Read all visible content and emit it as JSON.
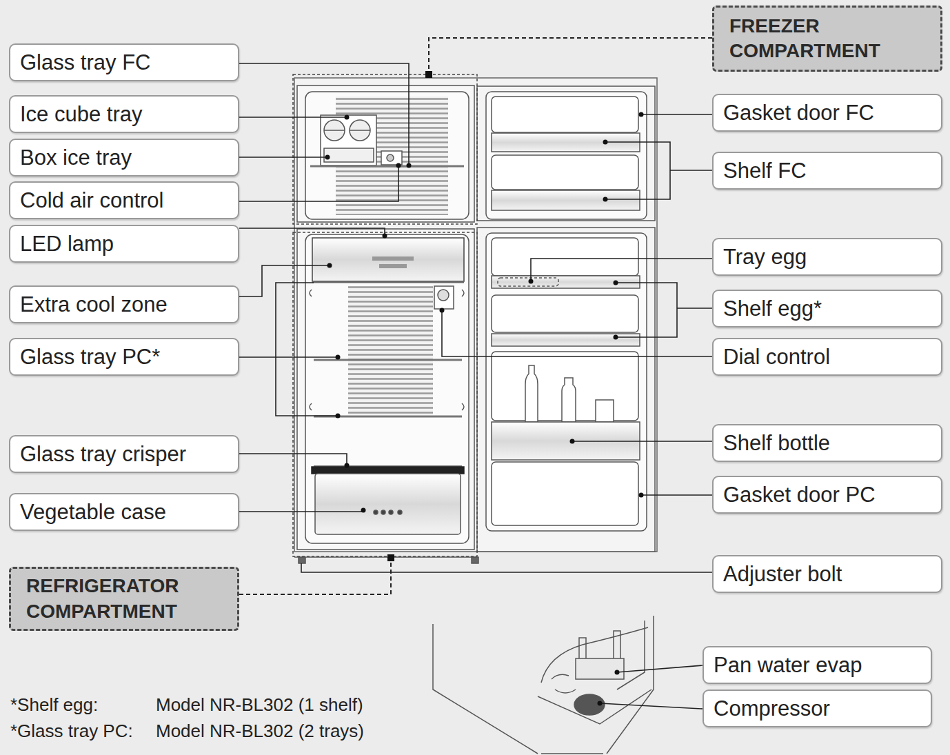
{
  "diagram": {
    "nodes": [
      {
        "text": [
          "FREEZER COMPARTMENT"
        ]
      },
      {
        "text": [
          "Glass tray FC"
        ]
      },
      {
        "text": [
          "Gasket door FC"
        ]
      },
      {
        "text": [
          "Ice cube tray"
        ]
      },
      {
        "text": [
          "Box ice tray"
        ]
      },
      {
        "text": [
          "Shelf FC"
        ]
      },
      {
        "text": [
          "Cold air control"
        ]
      },
      {
        "text": [
          "LED lamp"
        ]
      },
      {
        "text": [
          "Tray egg"
        ]
      },
      {
        "text": [
          "Extra cool zone"
        ]
      },
      {
        "text": [
          "Shelf egg*"
        ]
      },
      {
        "text": [
          "Glass tray PC*"
        ]
      },
      {
        "text": [
          "Dial control"
        ]
      },
      {
        "text": [
          "Shelf bottle"
        ]
      },
      {
        "text": [
          "Glass tray crisper"
        ]
      },
      {
        "text": [
          "Gasket door PC"
        ]
      },
      {
        "text": [
          "Vegetable case"
        ]
      },
      {
        "text": [
          "Adjuster bolt"
        ]
      },
      {
        "text": [
          "REFRIGERATOR COMPARTMENT"
        ]
      },
      {
        "text": [
          "Pan water evap"
        ]
      },
      {
        "text": [
          "Compressor"
        ]
      }
    ],
    "labels": [
      "*Shelf egg:",
      "Model NR-BL302 (1 shelf)",
      "*Glass tray PC:",
      "Model NR-BL302 (2 trays)"
    ]
  }
}
